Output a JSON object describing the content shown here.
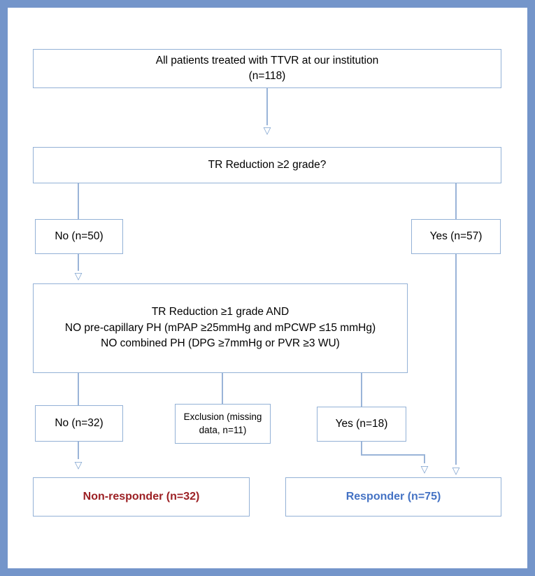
{
  "diagram_type": "flowchart",
  "colors": {
    "frame": "#7495ca",
    "connector": "#9ab4d8",
    "box_border": "#93b1d6",
    "text": "#000000",
    "non_responder_text": "#9c2024",
    "responder_text": "#4472c4"
  },
  "icons": {
    "arrowhead_down": "▽"
  },
  "nodes": {
    "all_patients": {
      "line1": "All patients treated with TTVR at our institution",
      "line2": "(n=118)"
    },
    "tr_reduction_2": {
      "label": "TR Reduction ≥2 grade?"
    },
    "no_50": {
      "label": "No (n=50)"
    },
    "yes_57": {
      "label": "Yes (n=57)"
    },
    "criteria": {
      "line1": "TR Reduction ≥1 grade AND",
      "line2": "NO pre-capillary PH (mPAP ≥25mmHg and mPCWP ≤15 mmHg)",
      "line3": "NO combined PH (DPG ≥7mmHg or PVR ≥3 WU)"
    },
    "no_32": {
      "label": "No (n=32)"
    },
    "exclusion": {
      "line1": "Exclusion (missing",
      "line2": "data, n=11)"
    },
    "yes_18": {
      "label": "Yes (n=18)"
    },
    "non_responder": {
      "label": "Non-responder (n=32)"
    },
    "responder": {
      "label": "Responder (n=75)"
    }
  }
}
